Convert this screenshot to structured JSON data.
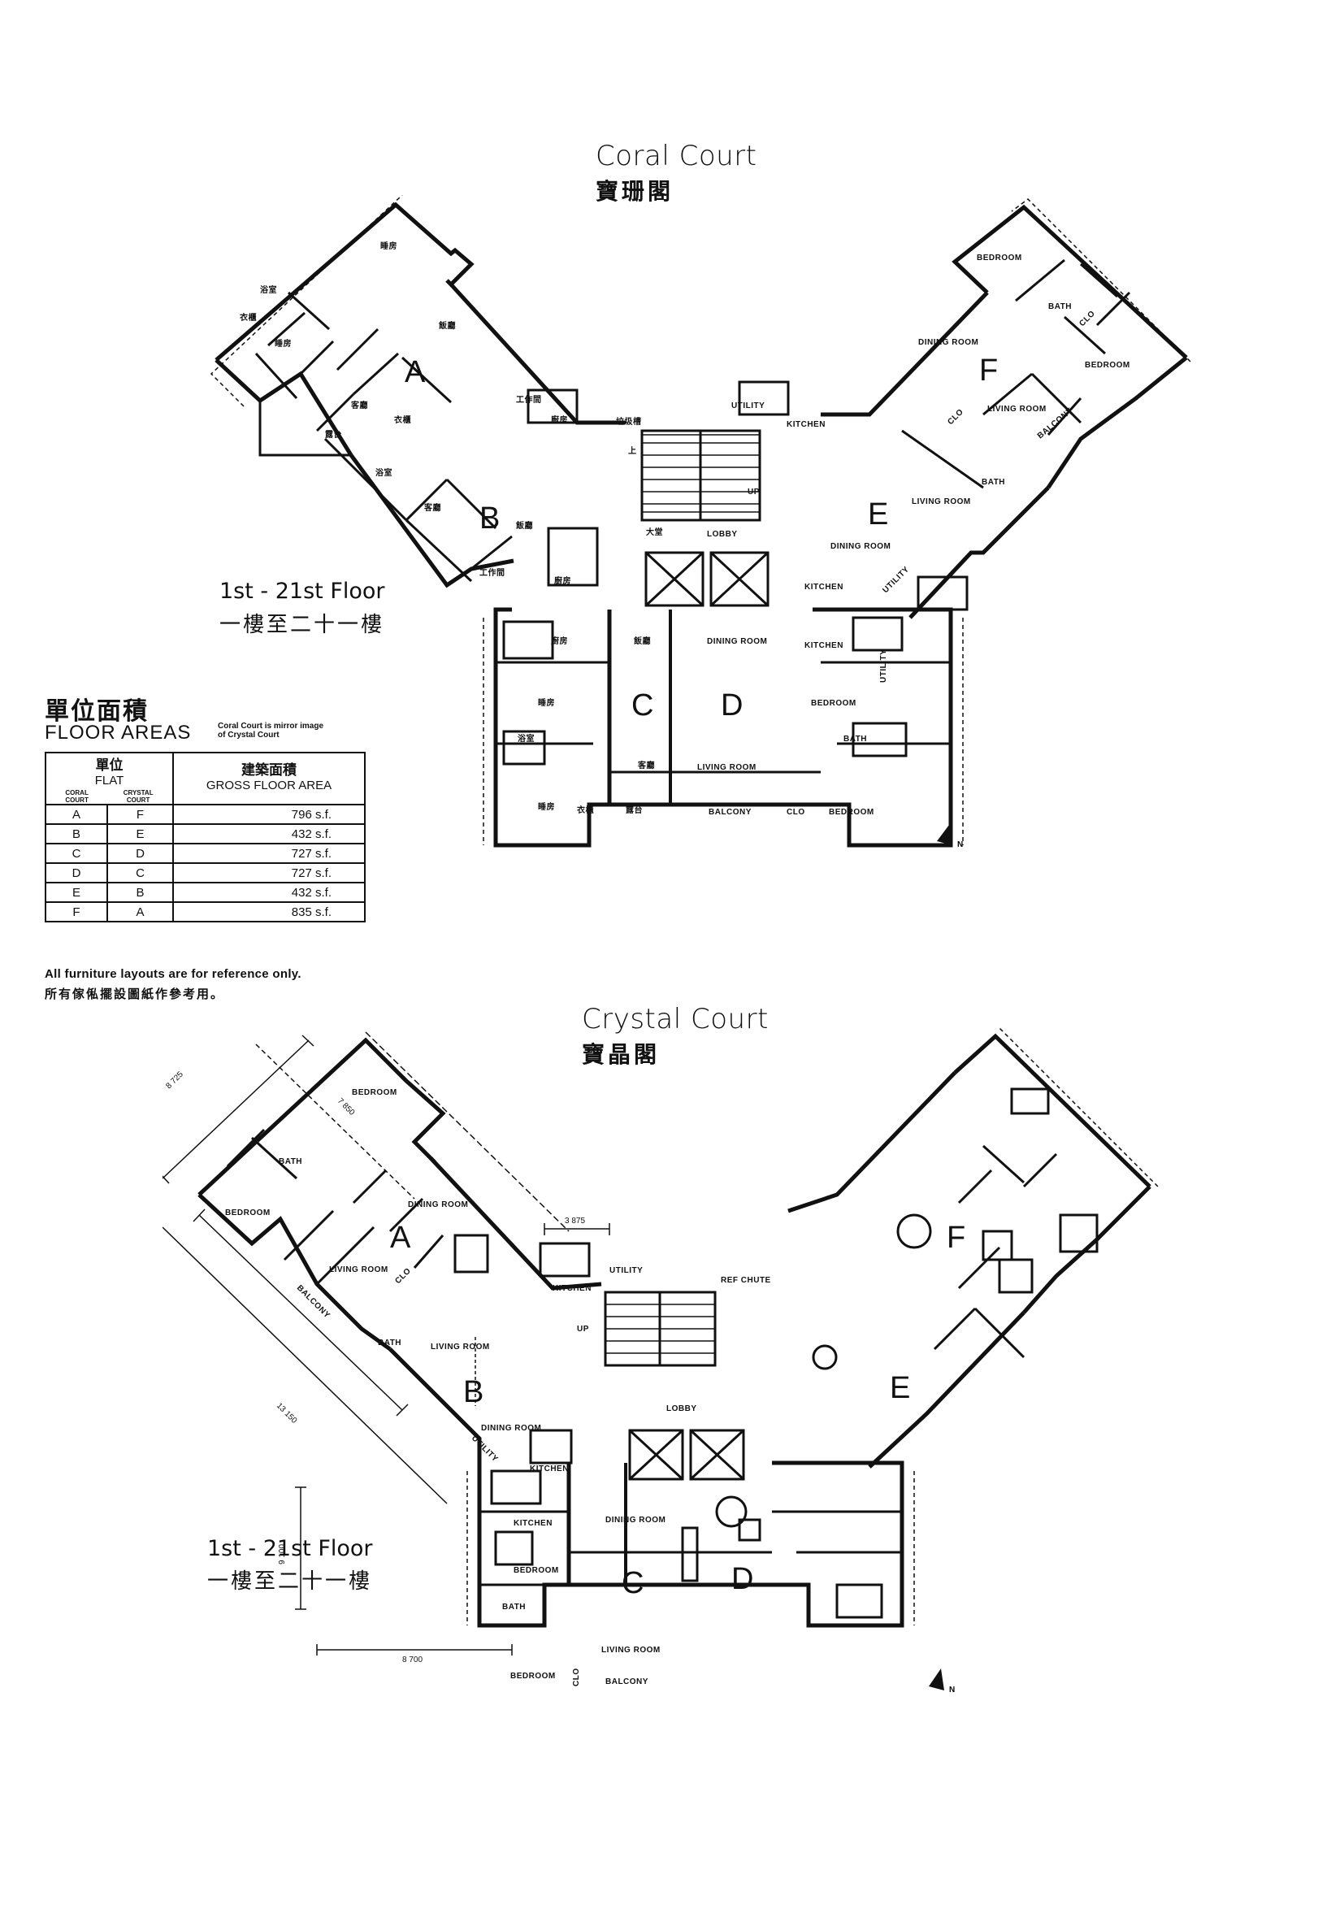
{
  "coral_court": {
    "title_en": "Coral Court",
    "title_cn": "寶珊閣",
    "floor_label": "1st - 21st Floor",
    "floor_label_cn": "一樓至二十一樓",
    "rooms": {
      "a_bedroom1": "睡房",
      "a_bedroom2": "睡房",
      "a_bath": "浴室",
      "a_clo": "衣櫃",
      "a_dining": "飯廳",
      "a_living": "客廳",
      "a_balcony": "露台",
      "a_utility": "工作間",
      "a_kitchen": "廚房",
      "b_bath": "浴室",
      "b_clo": "衣櫃",
      "b_living": "客廳",
      "b_dining": "飯廳",
      "b_kitchen": "廚房",
      "b_utility": "工作間",
      "refuse": "垃圾槽",
      "up_cn": "上",
      "lobby_cn": "大堂",
      "lobby": "LOBBY",
      "up": "UP",
      "c_kitchen": "廚房",
      "c_dining": "飯廳",
      "c_bedroom1": "睡房",
      "c_bath": "浴室",
      "c_living": "客廳",
      "c_bedroom2": "睡房",
      "c_clo": "衣櫃",
      "c_balcony": "露台",
      "d_dining": "DINING ROOM",
      "d_kitchen": "KITCHEN",
      "d_bedroom1": "BEDROOM",
      "d_bath": "BATH",
      "d_living": "LIVING ROOM",
      "d_balcony": "BALCONY",
      "d_clo": "CLO",
      "d_bedroom2": "BEDROOM",
      "d_utility": "UTILITY",
      "e_living": "LIVING ROOM",
      "e_dining": "DINING ROOM",
      "e_bath": "BATH",
      "e_clo": "CLO",
      "e_kitchen": "KITCHEN",
      "e_utility": "UTILITY",
      "f_bedroom1": "BEDROOM",
      "f_bath": "BATH",
      "f_clo": "CLO",
      "f_bedroom2": "BEDROOM",
      "f_dining": "DINING ROOM",
      "f_living": "LIVING ROOM",
      "f_balcony": "BALCONY",
      "f_utility": "UTILITY",
      "f_kitchen": "KITCHEN"
    },
    "units": [
      "A",
      "B",
      "C",
      "D",
      "E",
      "F"
    ],
    "north": "N"
  },
  "crystal_court": {
    "title_en": "Crystal Court",
    "title_cn": "寶晶閣",
    "floor_label": "1st - 21st Floor",
    "floor_label_cn": "一樓至二十一樓",
    "rooms": {
      "a_bedroom1": "BEDROOM",
      "a_bath": "BATH",
      "a_bedroom2": "BEDROOM",
      "a_dining": "DINING ROOM",
      "a_living": "LIVING ROOM",
      "a_balcony": "BALCONY",
      "a_kitchen": "KITCHEN",
      "a_utility": "UTILITY",
      "b_clo": "CLO",
      "b_bath": "BATH",
      "b_living": "LIVING ROOM",
      "b_dining": "DINING ROOM",
      "b_kitchen": "KITCHEN",
      "b_utility": "UTILITY",
      "refuse": "REF CHUTE",
      "up": "UP",
      "lobby": "LOBBY",
      "c_kitchen": "KITCHEN",
      "c_dining": "DINING ROOM",
      "c_bedroom1": "BEDROOM",
      "c_bath": "BATH",
      "c_living": "LIVING ROOM",
      "c_bedroom2": "BEDROOM",
      "c_clo": "CLO",
      "c_balcony": "BALCONY"
    },
    "units": [
      "A",
      "B",
      "C",
      "D",
      "E",
      "F"
    ],
    "dims": [
      "8 725",
      "7 850",
      "3 875",
      "13 150",
      "9 100",
      "8 700"
    ],
    "north": "N"
  },
  "floor_areas": {
    "title_cn": "單位面積",
    "title_en": "FLOOR AREAS",
    "note": [
      "Coral Court is mirror image",
      "of Crystal Court"
    ],
    "header_flat_cn": "單位",
    "header_flat": "FLAT",
    "header_coral": [
      "CORAL",
      "COURT"
    ],
    "header_crystal": [
      "CRYSTAL",
      "COURT"
    ],
    "header_area_cn": "建築面積",
    "header_area": "GROSS FLOOR AREA",
    "rows": [
      {
        "coral": "A",
        "crystal": "F",
        "area": "796 s.f."
      },
      {
        "coral": "B",
        "crystal": "E",
        "area": "432 s.f."
      },
      {
        "coral": "C",
        "crystal": "D",
        "area": "727 s.f."
      },
      {
        "coral": "D",
        "crystal": "C",
        "area": "727 s.f."
      },
      {
        "coral": "E",
        "crystal": "B",
        "area": "432 s.f."
      },
      {
        "coral": "F",
        "crystal": "A",
        "area": "835 s.f."
      }
    ]
  },
  "disclaimer_en": "All furniture layouts are for reference only.",
  "disclaimer_cn": "所有傢俬擺設圖紙作參考用。"
}
